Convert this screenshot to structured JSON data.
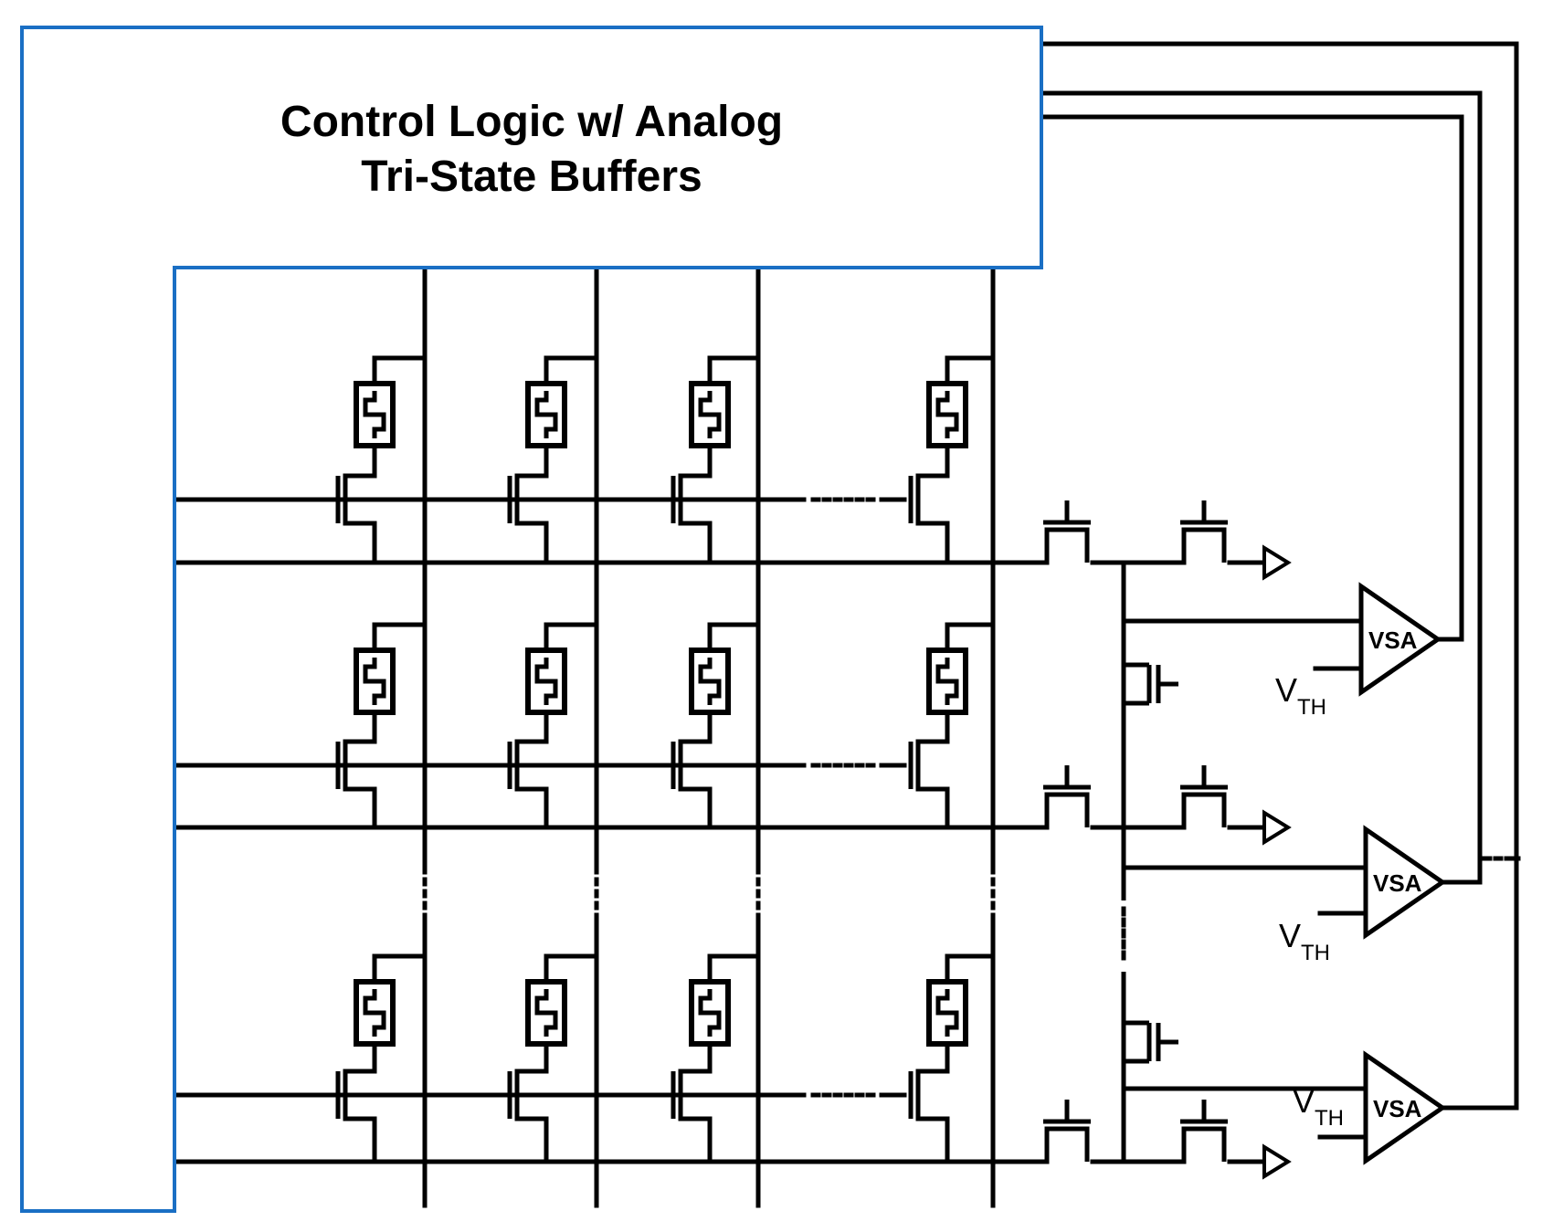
{
  "control_block": {
    "title_line1": "Control Logic w/ Analog",
    "title_line2": "Tri-State Buffers",
    "border_color": "#1a6fc4"
  },
  "sense_amps": [
    {
      "label": "VSA",
      "ref_label": "V",
      "ref_sub": "TH"
    },
    {
      "label": "VSA",
      "ref_label": "V",
      "ref_sub": "TH"
    },
    {
      "label": "VSA",
      "ref_label": "V",
      "ref_sub": "TH"
    }
  ],
  "icons": {
    "memory_cell": "memristor-1t1r-icon",
    "transistor": "nmos-transistor-icon",
    "amplifier": "comparator-triangle-icon",
    "output": "output-arrow-icon"
  }
}
